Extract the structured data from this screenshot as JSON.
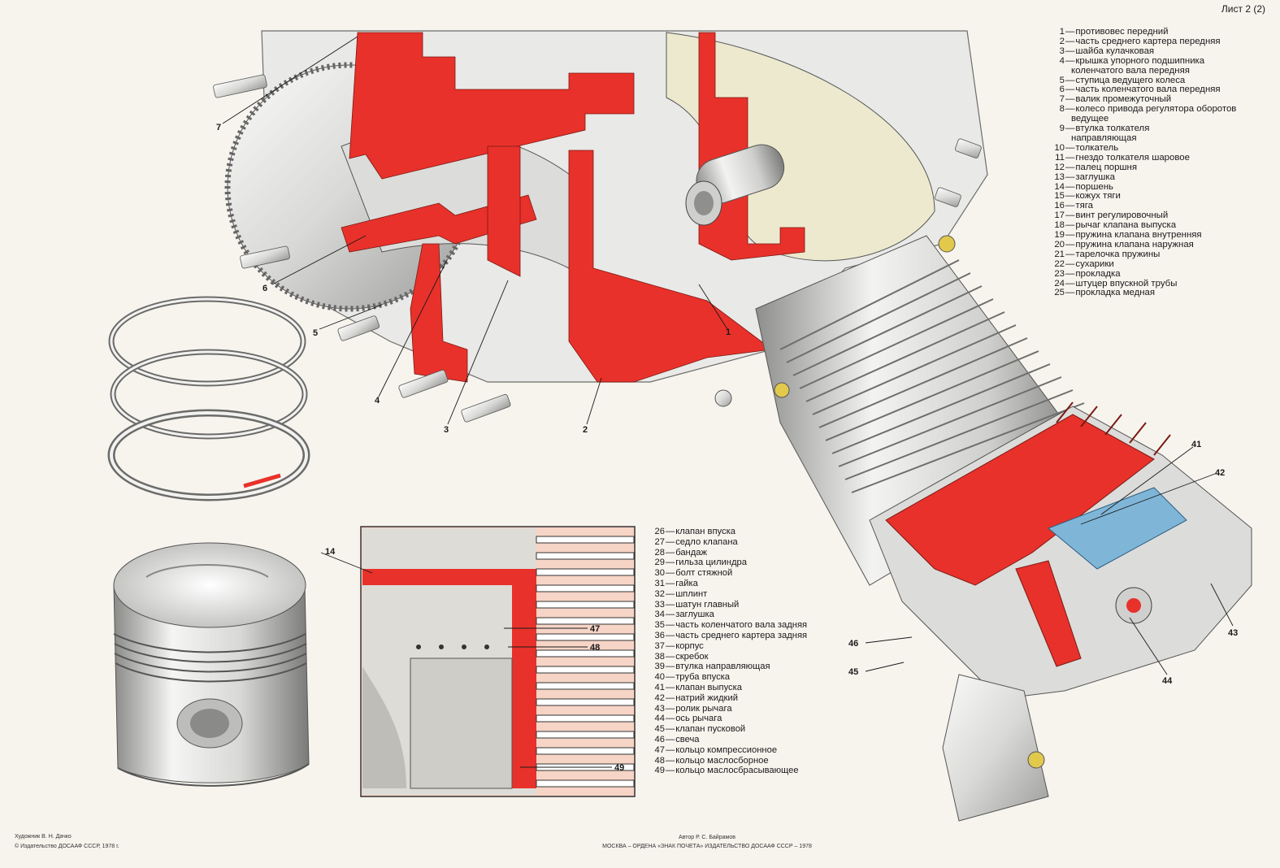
{
  "sheet_label": "Лист 2 (2)",
  "legend_top": [
    {
      "num": "1",
      "text": "противовес передний"
    },
    {
      "num": "2",
      "text": "часть среднего картера передняя"
    },
    {
      "num": "3",
      "text": "шайба кулачковая"
    },
    {
      "num": "4",
      "text": "крышка упорного подшипника",
      "cont": "коленчатого вала передняя"
    },
    {
      "num": "5",
      "text": "ступица ведущего колеса"
    },
    {
      "num": "6",
      "text": "часть коленчатого вала передняя"
    },
    {
      "num": "7",
      "text": "валик промежуточный"
    },
    {
      "num": "8",
      "text": "колесо привода регулятора оборотов",
      "cont": "ведущее"
    },
    {
      "num": "9",
      "text": "втулка толкателя",
      "cont": "направляющая"
    },
    {
      "num": "10",
      "text": "толкатель"
    },
    {
      "num": "11",
      "text": "гнездо толкателя шаровое"
    },
    {
      "num": "12",
      "text": "палец поршня"
    },
    {
      "num": "13",
      "text": "заглушка"
    },
    {
      "num": "14",
      "text": "поршень"
    },
    {
      "num": "15",
      "text": "кожух тяги"
    },
    {
      "num": "16",
      "text": "тяга"
    },
    {
      "num": "17",
      "text": "винт регулировочный"
    },
    {
      "num": "18",
      "text": "рычаг клапана выпуска"
    },
    {
      "num": "19",
      "text": "пружина клапана внутренняя"
    },
    {
      "num": "20",
      "text": "пружина клапана наружная"
    },
    {
      "num": "21",
      "text": "тарелочка пружины"
    },
    {
      "num": "22",
      "text": "сухарики"
    },
    {
      "num": "23",
      "text": "прокладка"
    },
    {
      "num": "24",
      "text": "штуцер впускной трубы"
    },
    {
      "num": "25",
      "text": "прокладка медная"
    }
  ],
  "legend_bottom": [
    {
      "num": "26",
      "text": "клапан впуска"
    },
    {
      "num": "27",
      "text": "седло клапана"
    },
    {
      "num": "28",
      "text": "бандаж"
    },
    {
      "num": "29",
      "text": "гильза цилиндра"
    },
    {
      "num": "30",
      "text": "болт стяжной"
    },
    {
      "num": "31",
      "text": "гайка"
    },
    {
      "num": "32",
      "text": "шплинт"
    },
    {
      "num": "33",
      "text": "шатун главный"
    },
    {
      "num": "34",
      "text": "заглушка"
    },
    {
      "num": "35",
      "text": "часть коленчатого вала задняя"
    },
    {
      "num": "36",
      "text": "часть среднего картера задняя"
    },
    {
      "num": "37",
      "text": "корпус"
    },
    {
      "num": "38",
      "text": "скребок"
    },
    {
      "num": "39",
      "text": "втулка направляющая"
    },
    {
      "num": "40",
      "text": "труба впуска"
    },
    {
      "num": "41",
      "text": "клапан выпуска"
    },
    {
      "num": "42",
      "text": "натрий жидкий"
    },
    {
      "num": "43",
      "text": "ролик рычага"
    },
    {
      "num": "44",
      "text": "ось рычага"
    },
    {
      "num": "45",
      "text": "клапан пусковой"
    },
    {
      "num": "46",
      "text": "свеча"
    },
    {
      "num": "47",
      "text": "кольцо компрессионное"
    },
    {
      "num": "48",
      "text": "кольцо маслосборное"
    },
    {
      "num": "49",
      "text": "кольцо маслосбрасывающее"
    }
  ],
  "callouts": [
    "1",
    "2",
    "3",
    "4",
    "5",
    "6",
    "7",
    "14",
    "41",
    "42",
    "43",
    "44",
    "45",
    "46",
    "47",
    "48",
    "49"
  ],
  "colors": {
    "section_red": "#e8312a",
    "metal_light": "#e4e4e2",
    "metal_dark": "#9a9a98",
    "fin_bg": "#f6d4c6",
    "sodium_blue": "#7fb6d8",
    "olive": "#e8e6c8"
  },
  "footer": {
    "artist": "Художник В. Н. Дачко",
    "copyright": "© Издательство ДОСААФ СССР, 1978 г.",
    "author": "Автор Р. С. Байрамов",
    "publisher": "МОСКВА – ОРДЕНА «ЗНАК ПОЧЕТА» ИЗДАТЕЛЬСТВО ДОСААФ СССР – 1978"
  }
}
